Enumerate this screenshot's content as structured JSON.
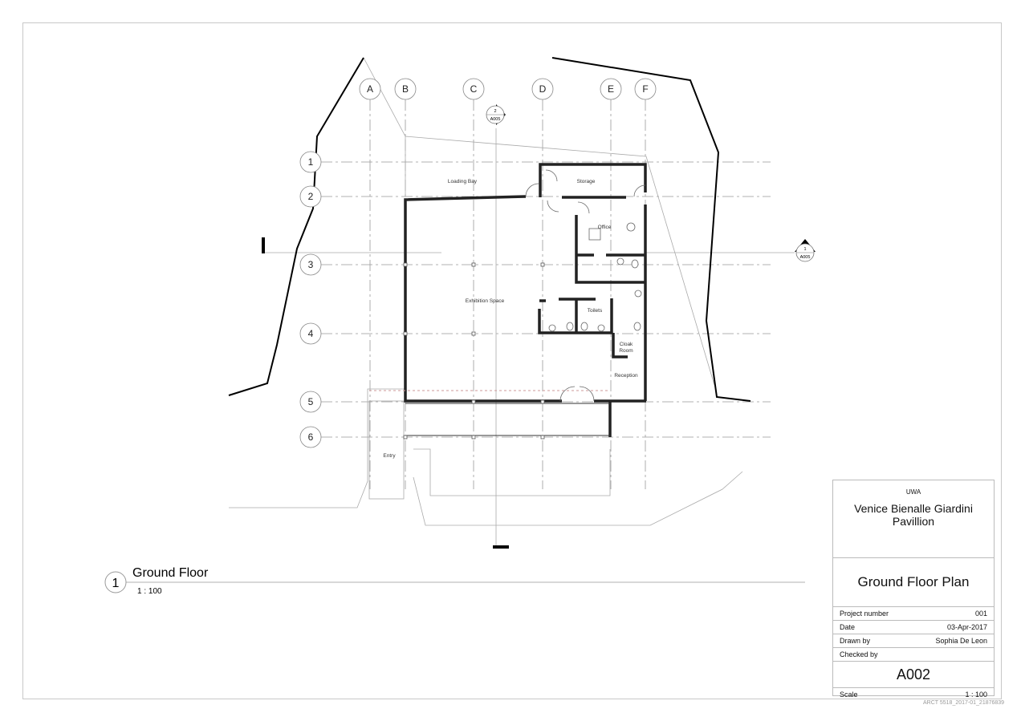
{
  "grid": {
    "columns": [
      "A",
      "B",
      "C",
      "D",
      "E",
      "F"
    ],
    "rows": [
      "1",
      "2",
      "3",
      "4",
      "5",
      "6"
    ]
  },
  "rooms": {
    "loading_bay": "Loading Bay",
    "storage": "Storage",
    "office": "Office",
    "exhibition": "Exhibition Space",
    "toilets": "Toilets",
    "cloak": "Cloak",
    "cloak2": "Room",
    "reception": "Reception",
    "entry": "Entry"
  },
  "section_markers": [
    {
      "num": "2",
      "sheet": "A005"
    },
    {
      "num": "1",
      "sheet": "A005"
    }
  ],
  "view": {
    "number": "1",
    "title": "Ground Floor",
    "scale": "1 : 100"
  },
  "title_block": {
    "org": "UWA",
    "project_line1": "Venice Bienalle Giardini",
    "project_line2": "Pavillion",
    "sheet_title": "Ground Floor Plan",
    "fields": [
      {
        "label": "Project number",
        "value": "001"
      },
      {
        "label": "Date",
        "value": "03-Apr-2017"
      },
      {
        "label": "Drawn by",
        "value": "Sophia De Leon"
      },
      {
        "label": "Checked by",
        "value": ""
      }
    ],
    "sheet_number": "A002",
    "scale_label": "Scale",
    "scale_value": "1 : 100"
  },
  "footer": "ARCT 5518_2017-01_21876839"
}
